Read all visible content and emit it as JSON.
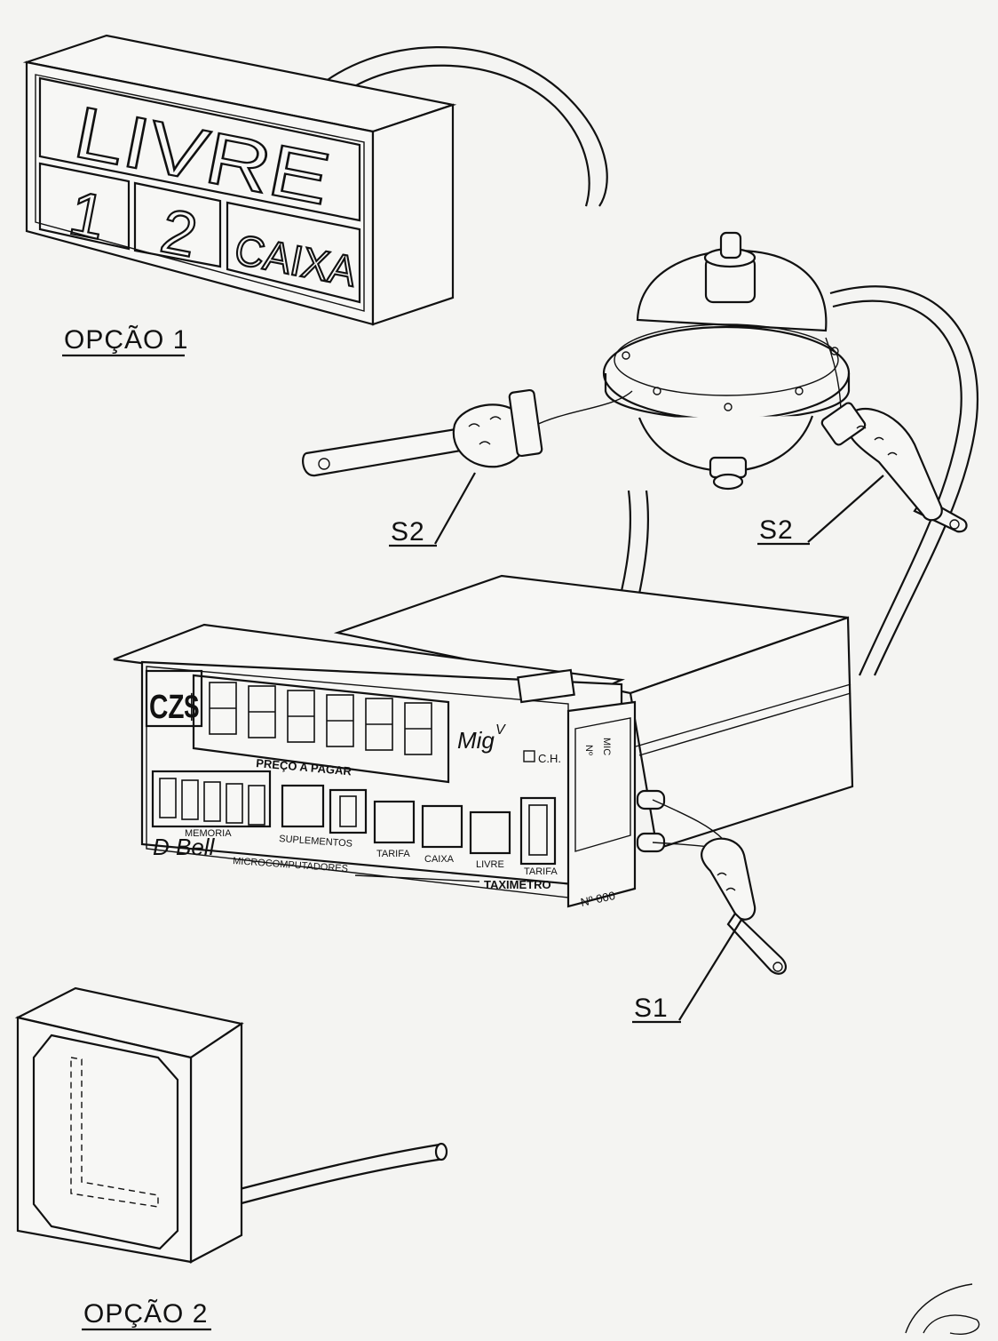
{
  "sign": {
    "top_text": "LIVRE",
    "digit_1": "1",
    "digit_2": "2",
    "caixa_text": "CAIXA"
  },
  "labels": {
    "option_1": "OPÇÃO 1",
    "option_2": "OPÇÃO 2",
    "seal_s2_left": "S2",
    "seal_s2_right": "S2",
    "seal_s1": "S1"
  },
  "meter": {
    "currency": "CZ$",
    "price_caption": "PREÇO A PAGAR",
    "model_mark": "Mig",
    "model_sup": "V",
    "ch_label": "C.H.",
    "memory_label": "MEMORIA",
    "supplements_label": "SUPLEMENTOS",
    "tarifa_label_1": "TARIFA",
    "caixa_label": "CAIXA",
    "livre_label": "LIVRE",
    "tarifa_label_2": "TARIFA",
    "brand_script": "D Bell",
    "brand_text": "MICROCOMPUTADORES",
    "product_name": "TAXIMETRO",
    "serial": "Nº 000",
    "side_label_mic": "MIC",
    "side_label_no": "Nº"
  },
  "lamp_letter": "L"
}
